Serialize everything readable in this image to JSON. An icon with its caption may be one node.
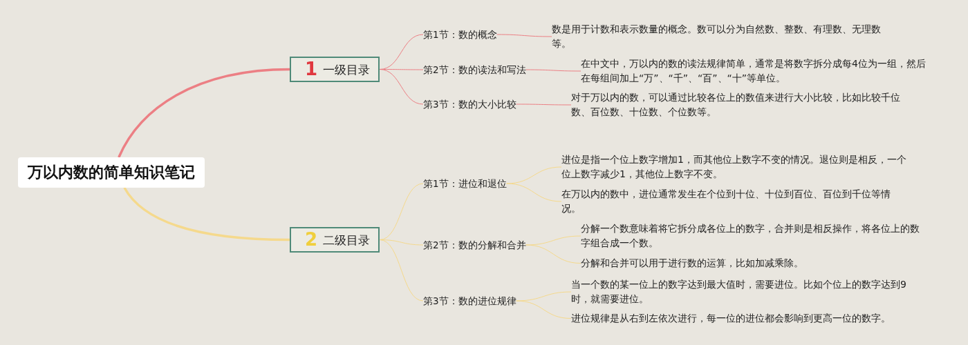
{
  "diagram": {
    "nodes": [
      {
        "text": [
          "万以内数的简单知识笔记"
        ]
      },
      {
        "text": [
          "1",
          "一级目录"
        ]
      },
      {
        "text": [
          "第1节：数的概念"
        ]
      },
      {
        "text": [
          "数是用于计数和表示数量的概念。数可以分为自然数、整数、有理数、无理数等。"
        ]
      },
      {
        "text": [
          "第2节：数的读法和写法"
        ]
      },
      {
        "text": [
          "在中文中，万以内的数的读法规律简单，通常是将数字拆分成每4位为一组，然后在每组间加上“万”、“千”、“百”、“十”等单位。"
        ]
      },
      {
        "text": [
          "第3节：数的大小比较"
        ]
      },
      {
        "text": [
          "对于万以内的数，可以通过比较各位上的数值来进行大小比较，比如比较千位数、百位数、十位数、个位数等。"
        ]
      },
      {
        "text": [
          "2",
          "二级目录"
        ]
      },
      {
        "text": [
          "第1节：进位和退位"
        ]
      },
      {
        "text": [
          "进位是指一个位上数字增加1，而其他位上数字不变的情况。退位则是相反，一个位上数字减少1，其他位上数字不变。"
        ]
      },
      {
        "text": [
          "在万以内的数中，进位通常发生在个位到十位、十位到百位、百位到千位等情况。"
        ]
      },
      {
        "text": [
          "第2节：数的分解和合并"
        ]
      },
      {
        "text": [
          "分解一个数意味着将它拆分成各位上的数字，合并则是相反操作，将各位上的数字组合成一个数。"
        ]
      },
      {
        "text": [
          "分解和合并可以用于进行数的运算，比如加减乘除。"
        ]
      },
      {
        "text": [
          "第3节：数的进位规律"
        ]
      },
      {
        "text": [
          "当一个数的某一位上的数字达到最大值时，需要进位。比如个位上的数字达到9时，就需要进位。"
        ]
      },
      {
        "text": [
          "进位规律是从右到左依次进行，每一位的进位都会影响到更高一位的数字。"
        ]
      }
    ],
    "edges": [
      {
        "from": 0,
        "to": 1,
        "arrow": "none",
        "style": "thick",
        "color": "#ec7f84"
      },
      {
        "from": 1,
        "to": 2,
        "arrow": "none",
        "color": "#ec7f84"
      },
      {
        "from": 2,
        "to": 3,
        "arrow": "none",
        "color": "#ec7f84"
      },
      {
        "from": 1,
        "to": 4,
        "arrow": "none",
        "color": "#ec7f84"
      },
      {
        "from": 4,
        "to": 5,
        "arrow": "none",
        "color": "#ec7f84"
      },
      {
        "from": 1,
        "to": 6,
        "arrow": "none",
        "color": "#ec7f84"
      },
      {
        "from": 6,
        "to": 7,
        "arrow": "none",
        "color": "#ec7f84"
      },
      {
        "from": 0,
        "to": 8,
        "arrow": "none",
        "style": "thick"
      },
      {
        "from": 8,
        "to": 9,
        "arrow": "none"
      },
      {
        "from": 9,
        "to": 10,
        "arrow": "none"
      },
      {
        "from": 9,
        "to": 11,
        "arrow": "none"
      },
      {
        "from": 8,
        "to": 12,
        "arrow": "none"
      },
      {
        "from": 12,
        "to": 13,
        "arrow": "none"
      },
      {
        "from": 12,
        "to": 14,
        "arrow": "none"
      },
      {
        "from": 8,
        "to": 15,
        "arrow": "none"
      },
      {
        "from": 15,
        "to": 16,
        "arrow": "none"
      },
      {
        "from": 15,
        "to": 17,
        "arrow": "none"
      }
    ]
  }
}
